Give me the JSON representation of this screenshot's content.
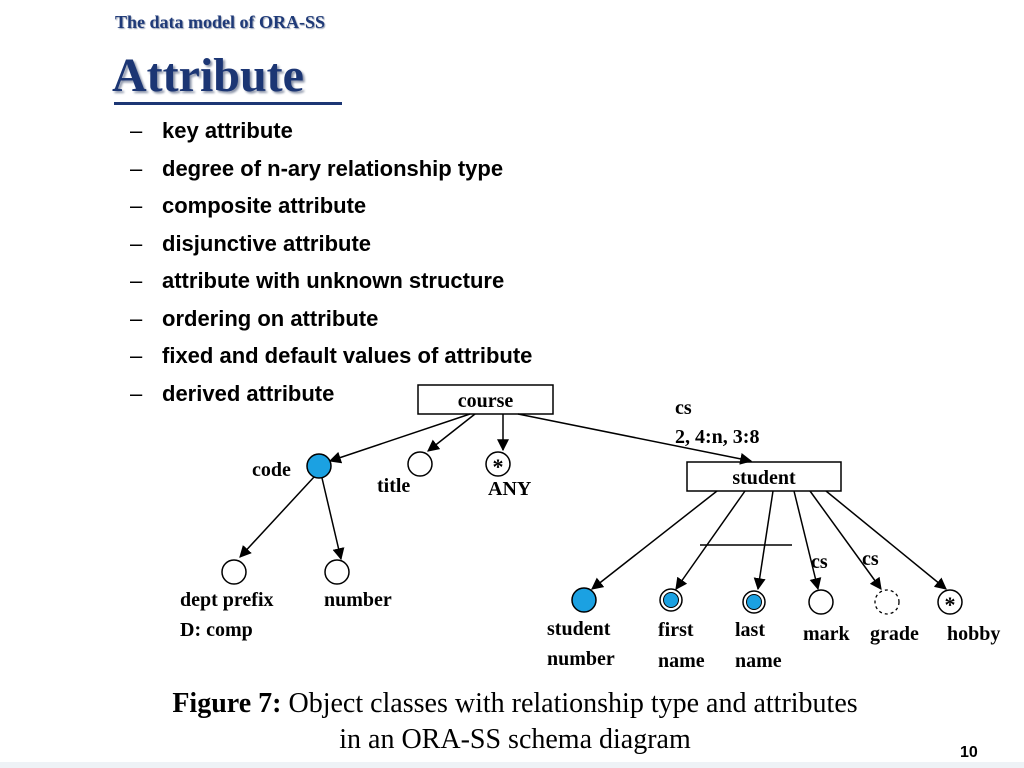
{
  "header": {
    "subtitle": "The data model of ORA-SS",
    "title": "Attribute"
  },
  "bullets": [
    {
      "dash": "–",
      "text": "key attribute"
    },
    {
      "dash": "–",
      "text": "degree of n-ary relationship type"
    },
    {
      "dash": "–",
      "text": "composite attribute"
    },
    {
      "dash": "–",
      "text": "disjunctive attribute"
    },
    {
      "dash": "–",
      "text": "attribute with unknown structure"
    },
    {
      "dash": "–",
      "text": "ordering on attribute"
    },
    {
      "dash": "–",
      "text": "fixed and default values of attribute"
    },
    {
      "dash": "–",
      "text": "derived attribute"
    }
  ],
  "diagram": {
    "objects": {
      "course": "course",
      "student": "student"
    },
    "relationship": {
      "name": "cs",
      "spec": "2, 4:n, 3:8"
    },
    "labels": {
      "code": "code",
      "title": "title",
      "any": "ANY",
      "star_any": "*",
      "dept_prefix": "dept prefix",
      "dept_default": "D: comp",
      "number": "number",
      "student_number_1": "student",
      "student_number_2": "number",
      "first_1": "first",
      "first_2": "name",
      "last_1": "last",
      "last_2": "name",
      "mark": "mark",
      "grade": "grade",
      "hobby": "hobby",
      "star_hobby": "*",
      "cs_mark": "cs",
      "cs_grade": "cs"
    },
    "colors": {
      "key_fill": "#1ba1e2",
      "stroke": "#000000"
    }
  },
  "caption": {
    "prefix": "Figure 7:",
    "line1": " Object classes with relationship type and attributes",
    "line2": "in an ORA-SS schema diagram"
  },
  "page_number": "10"
}
